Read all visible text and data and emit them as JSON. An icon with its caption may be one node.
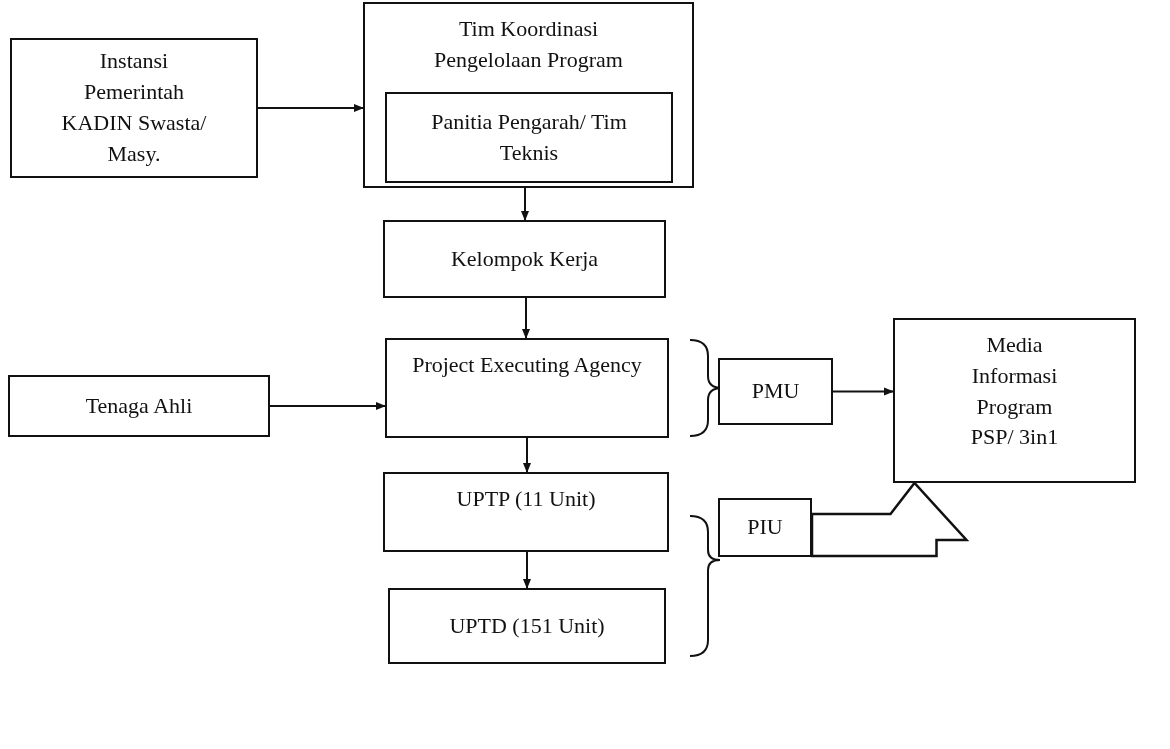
{
  "diagram": {
    "nodes": [
      {
        "text": [
          "Instansi Pemerintah KADIN Swasta/ Masy."
        ]
      },
      {
        "text": [
          "Tim Koordinasi Pengelolaan Program"
        ]
      },
      {
        "text": [
          "Panitia Pengarah/ Tim Teknis"
        ],
        "in": 1
      },
      {
        "text": [
          "Kelompok Kerja"
        ]
      },
      {
        "text": [
          "Project Executing Agency"
        ]
      },
      {
        "text": [
          "Tenaga Ahli"
        ]
      },
      {
        "text": [
          "UPTP (11 Unit)"
        ]
      },
      {
        "text": [
          "UPTD (151 Unit)"
        ]
      },
      {
        "text": [
          "PMU"
        ]
      },
      {
        "text": [
          "PIU"
        ]
      },
      {
        "text": [
          "Media Informasi Program PSP/ 3in1"
        ]
      }
    ],
    "edges": [
      {
        "from": 0,
        "to": 1,
        "arrow": "to"
      },
      {
        "from": 1,
        "to": 3,
        "arrow": "to"
      },
      {
        "from": 3,
        "to": 4,
        "arrow": "to"
      },
      {
        "from": 5,
        "to": 4,
        "arrow": "to"
      },
      {
        "from": 4,
        "to": 6,
        "arrow": "to"
      },
      {
        "from": 6,
        "to": 7,
        "arrow": "to"
      },
      {
        "from": 8,
        "to": 10,
        "arrow": "to"
      },
      {
        "from": 9,
        "to": 10,
        "arrow": "to",
        "style": "thick"
      }
    ]
  }
}
